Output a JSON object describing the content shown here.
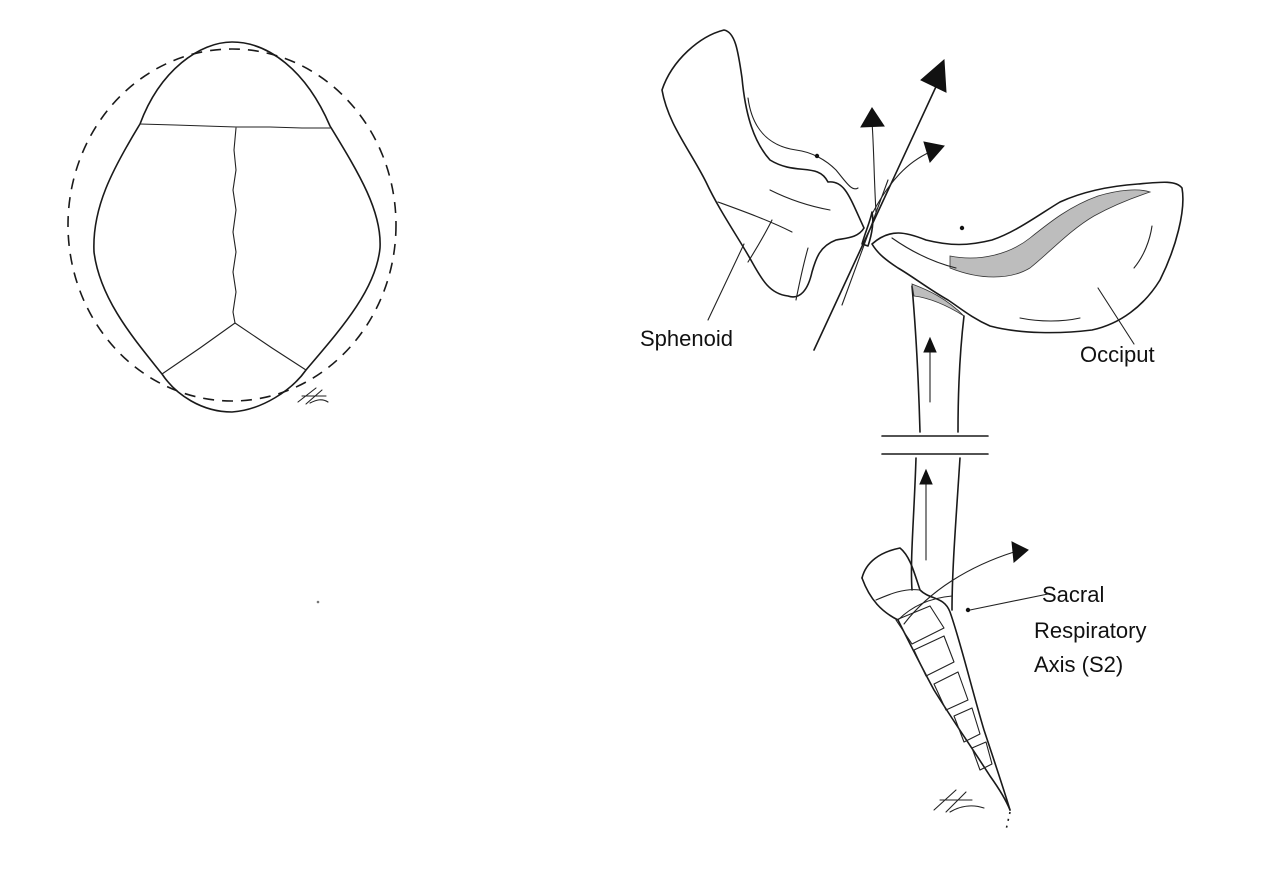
{
  "labels": {
    "sphenoid": "Sphenoid",
    "occiput": "Occiput",
    "sacral_line1": "Sacral",
    "sacral_line2": "Respiratory",
    "sacral_line3": "Axis (S2)"
  },
  "icons": {
    "skull_diagram": "skull-top-view-icon",
    "spine_diagram": "craniosacral-axis-icon",
    "signature": "artist-signature-icon"
  },
  "colors": {
    "ink": "#1a1a1a",
    "background": "#ffffff"
  }
}
